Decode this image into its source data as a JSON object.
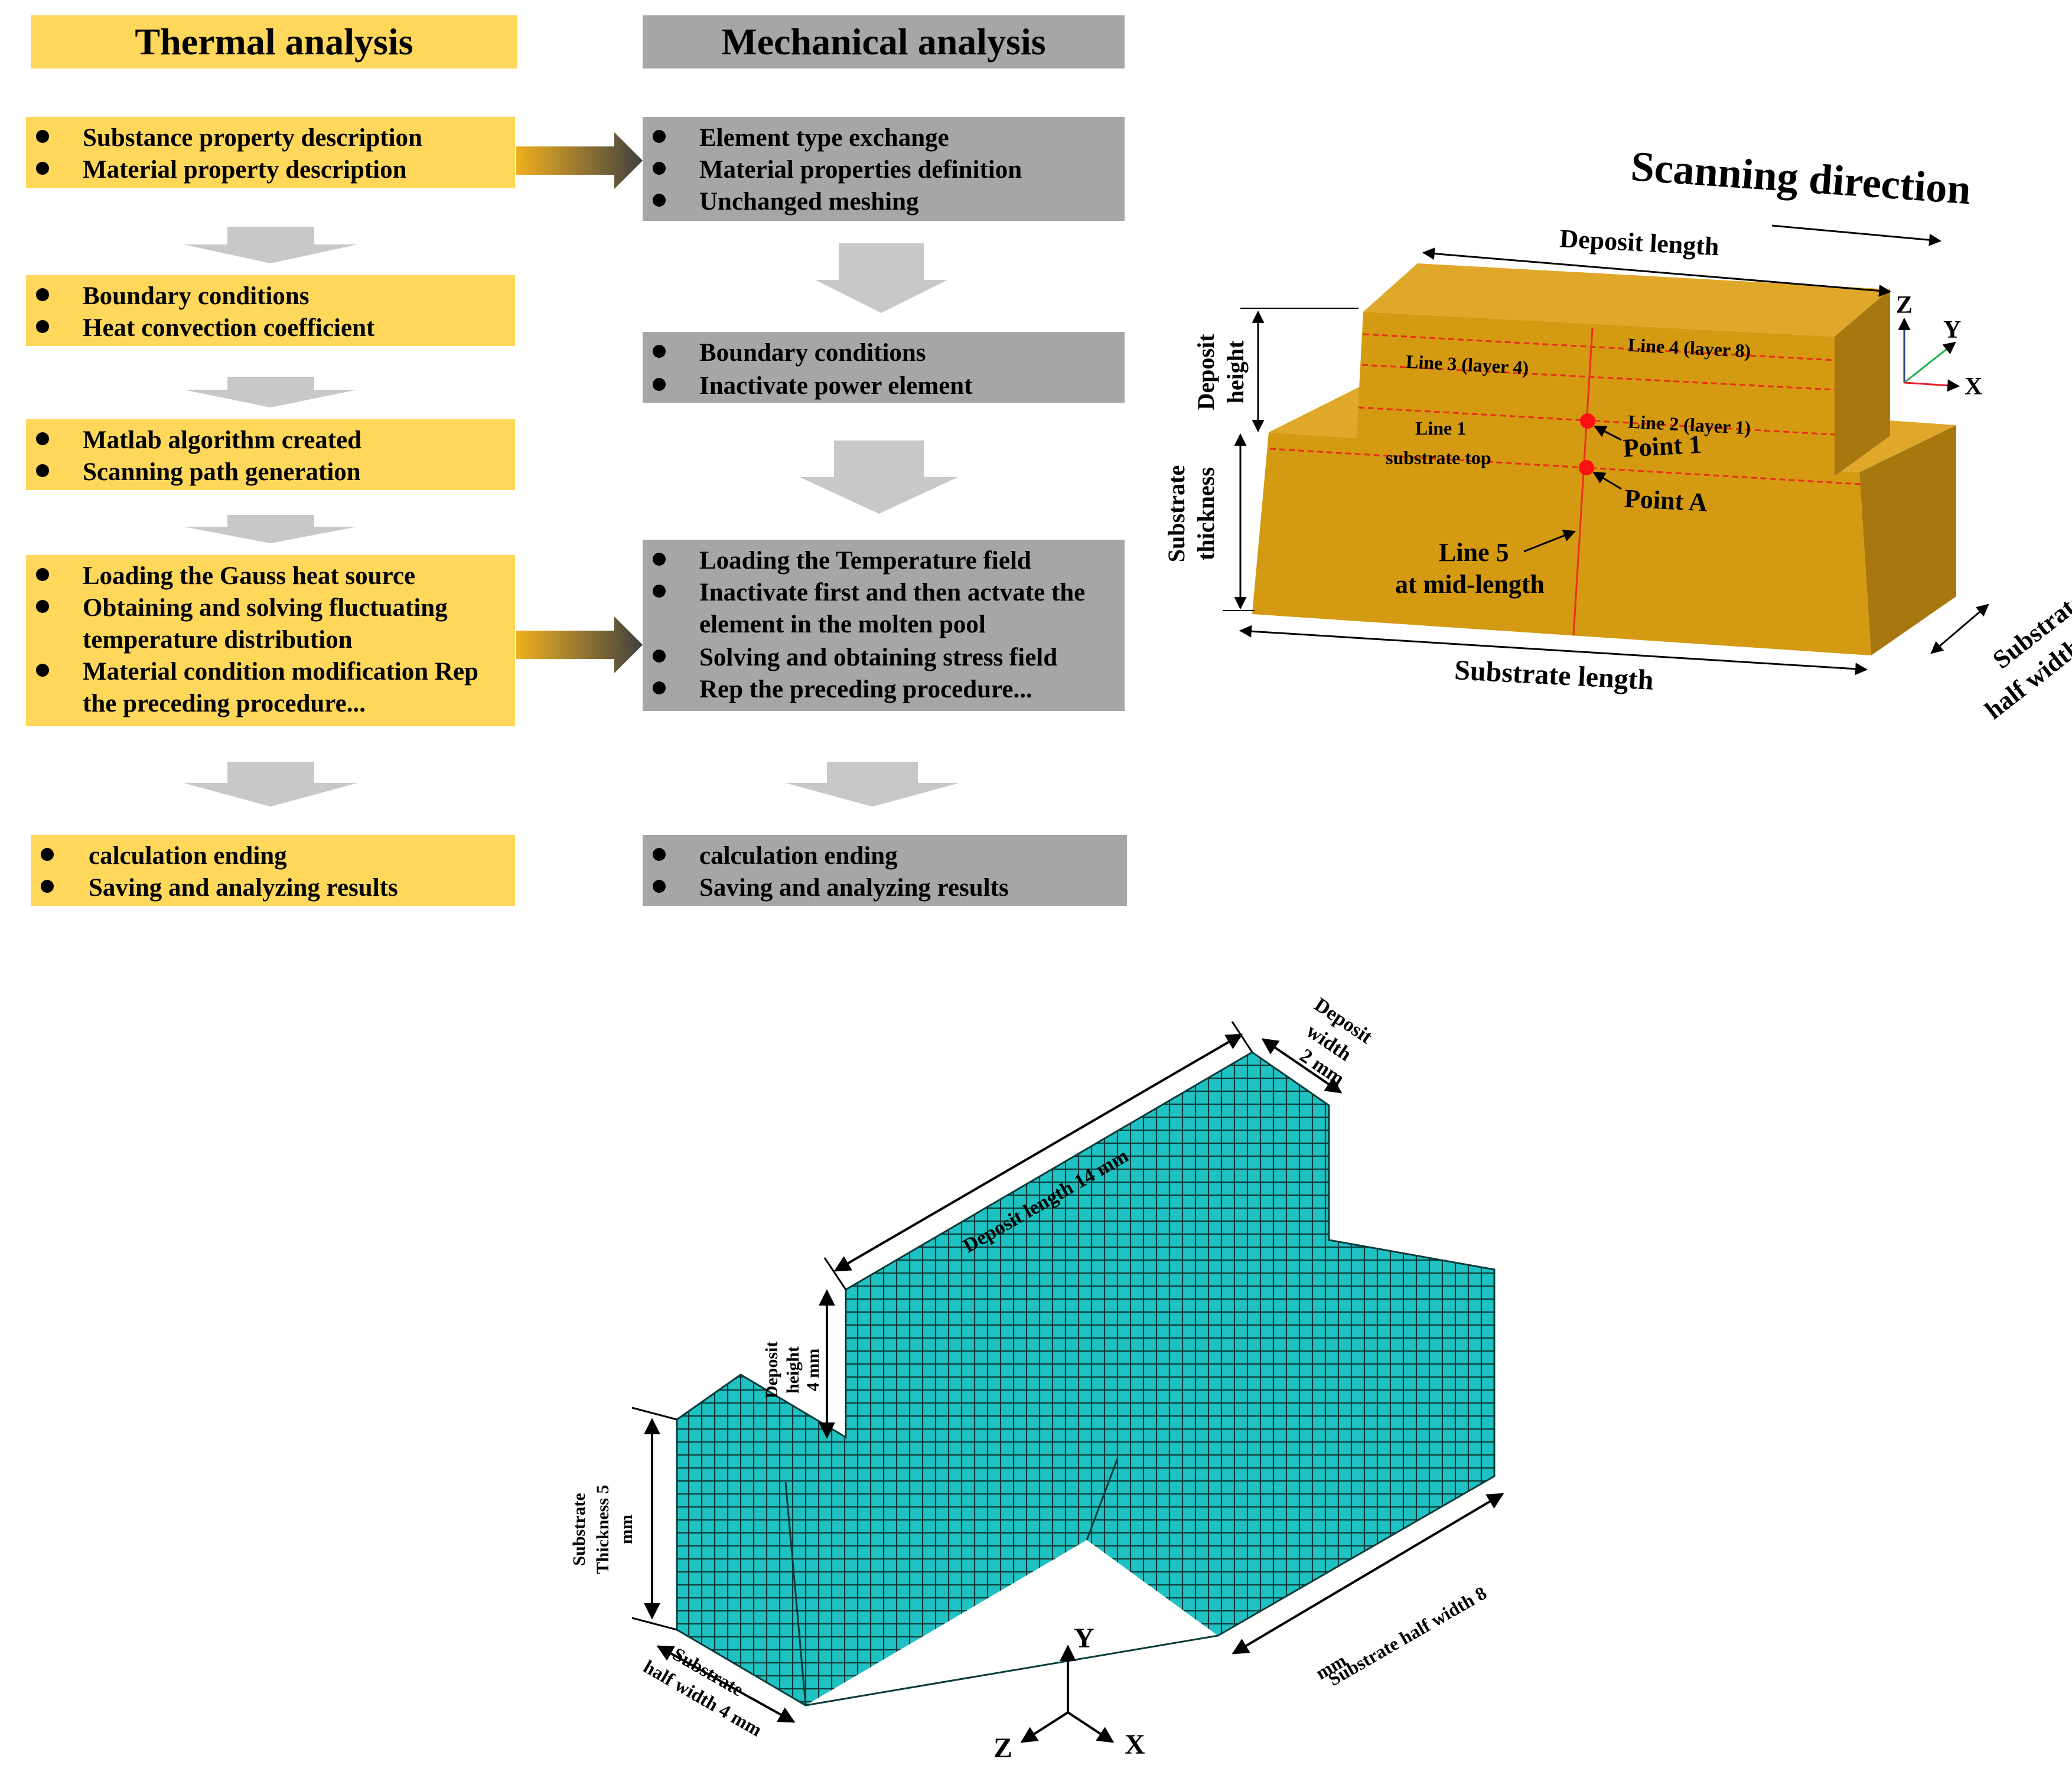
{
  "flowchart": {
    "thermal": {
      "title": "Thermal analysis",
      "boxes": [
        [
          "Substance property description",
          "Material property description"
        ],
        [
          "Boundary conditions",
          "Heat convection coefficient"
        ],
        [
          "Matlab algorithm created",
          "Scanning path generation"
        ],
        [
          "Loading the Gauss heat source",
          "Obtaining and solving fluctuating",
          "temperature distribution",
          "Material condition modification Rep",
          "the preceding procedure..."
        ],
        [
          "calculation ending",
          "Saving and analyzing results"
        ]
      ]
    },
    "mechanical": {
      "title": "Mechanical analysis",
      "boxes": [
        [
          "Element type exchange",
          "Material properties definition",
          "Unchanged meshing"
        ],
        [
          "Boundary conditions",
          "Inactivate power element"
        ],
        [
          "Loading the Temperature field",
          "Inactivate first and then actvate the",
          "element in the molten pool",
          "Solving and obtaining stress field",
          "Rep the preceding procedure..."
        ],
        [
          "calculation ending",
          "Saving and analyzing results"
        ]
      ]
    }
  },
  "geometry_diagram": {
    "scanning_direction": "Scanning direction",
    "deposit_length": "Deposit length",
    "deposit_height_1": "Deposit",
    "deposit_height_2": "height",
    "substrate_thickness_1": "Substrate",
    "substrate_thickness_2": "thickness",
    "substrate_length": "Substrate length",
    "substrate_half_width_1": "Substrate",
    "substrate_half_width_2": "half width",
    "line3": "Line 3 (layer 4)",
    "line4": "Line 4 (layer 8)",
    "line2": "Line 2 (layer 1)",
    "line1_a": "Line 1",
    "line1_b": "substrate top",
    "point1": "Point 1",
    "pointA": "Point A",
    "line5_a": "Line 5",
    "line5_b": "at mid-length",
    "axis_z": "Z",
    "axis_y": "Y",
    "axis_x": "X",
    "colors": {
      "body": "#D39A12",
      "top": "#E0A82A",
      "side": "#A87810",
      "dashed": "#E8301A",
      "point": "#FF1010"
    }
  },
  "mesh_diagram": {
    "deposit_length": "Deposit length 14 mm",
    "deposit_width_1": "Deposit",
    "deposit_width_2": "width",
    "deposit_width_3": "2 mm",
    "deposit_height_1": "Deposit",
    "deposit_height_2": "height",
    "deposit_height_3": "4 mm",
    "substrate_thickness_1": "Substrate",
    "substrate_thickness_2": "Thickness  5",
    "substrate_thickness_3": "mm",
    "substrate_half_width_left_1": "Substrate",
    "substrate_half_width_left_2": "half width 4 mm",
    "substrate_half_width_right_1": "Substrate half width 8",
    "substrate_half_width_right_2": "mm",
    "axis_y": "Y",
    "axis_z": "Z",
    "axis_x": "X",
    "colors": {
      "mesh": "#1FC2C2",
      "grid": "#0B3A3A"
    }
  }
}
